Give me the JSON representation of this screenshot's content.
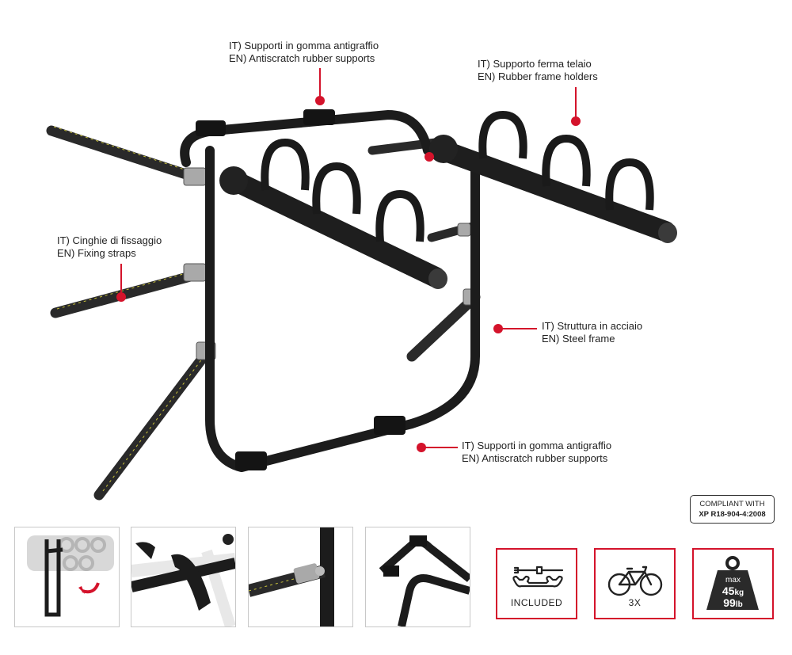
{
  "callouts": {
    "top_supports": {
      "it": "IT) Supporti in gomma antigraffio",
      "en": "EN) Antiscratch rubber supports"
    },
    "frame_holders": {
      "it": "IT) Supporto ferma telaio",
      "en": "EN) Rubber frame holders"
    },
    "straps": {
      "it": "IT) Cinghie di fissaggio",
      "en": "EN) Fixing straps"
    },
    "steel_frame": {
      "it": "IT) Struttura in acciaio",
      "en": "EN) Steel frame"
    },
    "bottom_supports": {
      "it": "IT) Supporti in gomma antigraffio",
      "en": "EN) Antiscratch rubber supports"
    }
  },
  "compliance": {
    "line1": "COMPLIANT WITH",
    "line2": "XP R18-904-4:2008"
  },
  "badges": {
    "tools": {
      "icon": "tools-icon",
      "label": "INCLUDED"
    },
    "bikes": {
      "icon": "bicycle-icon",
      "label": "3X"
    },
    "weight": {
      "icon": "weight-icon",
      "max": "max",
      "kg_value": "45",
      "kg_unit": "kg",
      "lb_value": "99",
      "lb_unit": "lb"
    }
  },
  "colors": {
    "accent": "#d4132b",
    "frame": "#1c1c1c",
    "strap": "#2a2a2a"
  }
}
